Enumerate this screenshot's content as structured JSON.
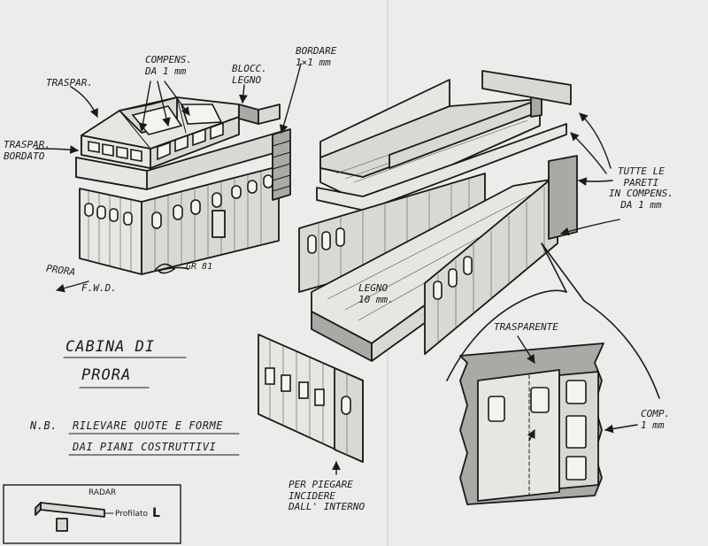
{
  "labels": {
    "traspar_top": "TRASPAR.",
    "compens_1mm": "COMPENS.\nDA 1 mm",
    "blocc_legno": "BLOCC.\nLEGNO",
    "bordare": "BORDARE\n1×1 mm",
    "traspar_bordato": "TRASPAR.\nBORDATO",
    "prora": "PRORA",
    "fwd": "F.W.D.",
    "signature": "GR 81",
    "tutte_le_pareti": "TUTTE LE\nPARETI\nIN COMPENS.\nDA 1 mm",
    "legno_10mm": "LEGNO\n10 mm.",
    "trasparente": "TRASPARENTE",
    "comp_1mm": "COMP.\n1 mm",
    "per_piegare": "PER PIEGARE\nINCIDERE\nDALL' INTERNO"
  },
  "title": {
    "line1": "CABINA DI",
    "line2": "PRORA"
  },
  "note": {
    "prefix": "N.B.",
    "line1": "RILEVARE QUOTE E FORME",
    "line2": "DAI PIANI COSTRUTTIVI"
  },
  "radar_box": {
    "title": "RADAR",
    "profile_label": "Profilato",
    "profile_letter": "L"
  }
}
